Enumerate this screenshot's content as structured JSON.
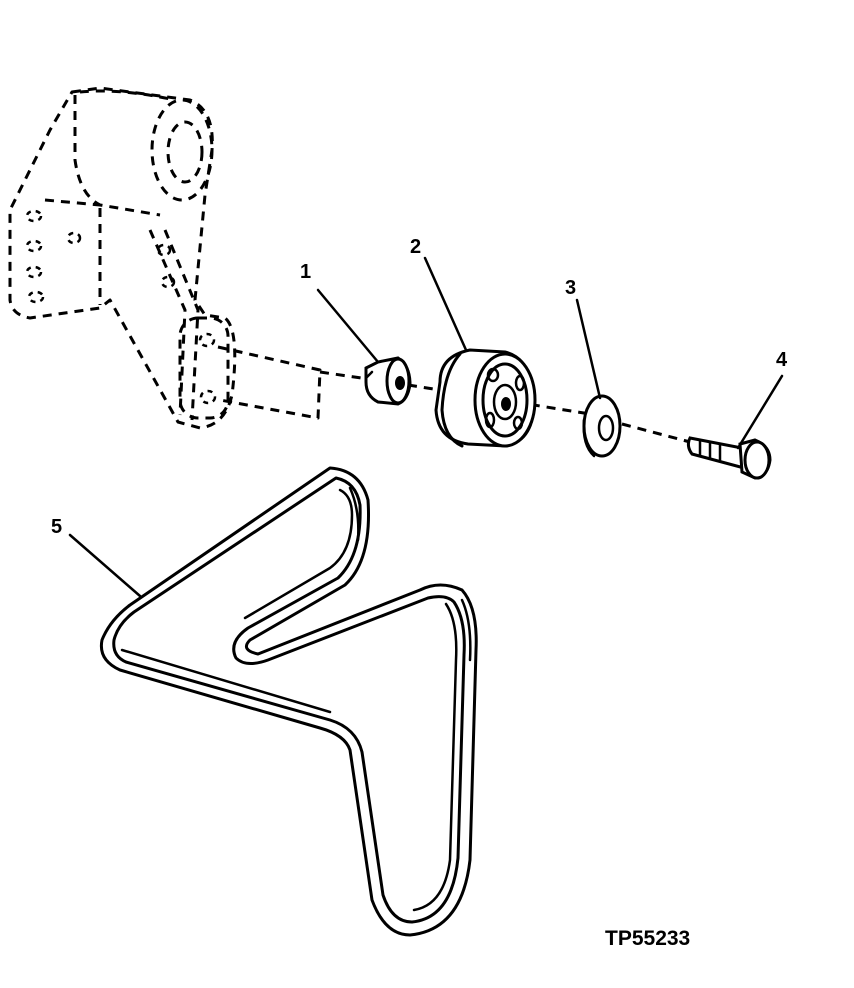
{
  "figure_id": "TP55233",
  "callouts": [
    {
      "label": "1"
    },
    {
      "label": "2"
    },
    {
      "label": "3"
    },
    {
      "label": "4"
    },
    {
      "label": "5"
    }
  ],
  "colors": {
    "ink": "#000000",
    "paper": "#ffffff"
  }
}
